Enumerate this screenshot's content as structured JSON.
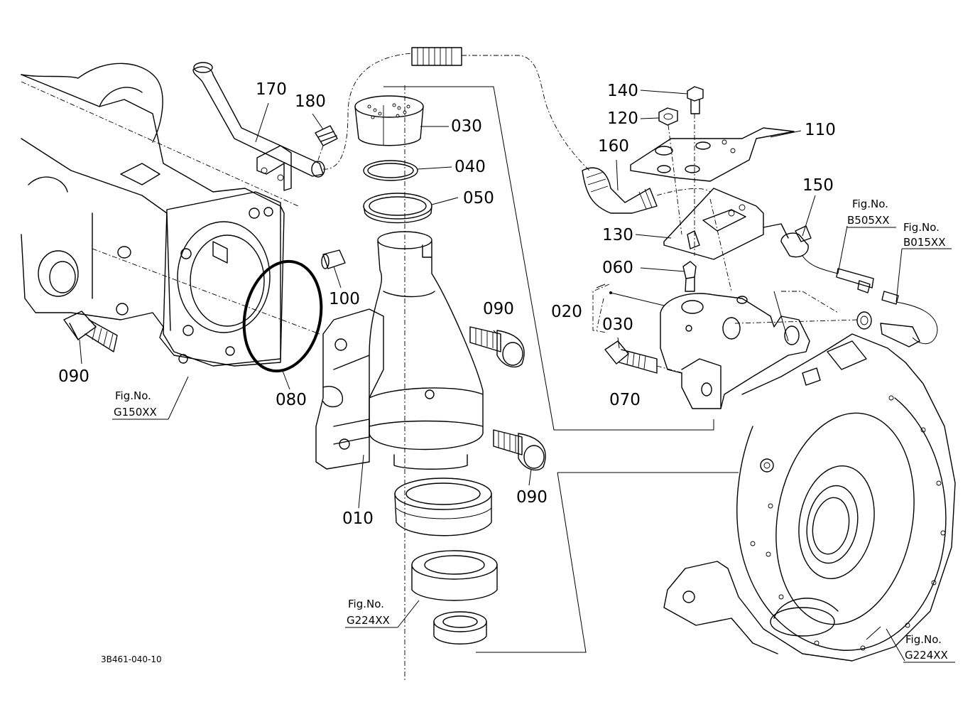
{
  "labels": {
    "p170": "170",
    "p180": "180",
    "p030a": "030",
    "p040": "040",
    "p050": "050",
    "p140": "140",
    "p120": "120",
    "p110": "110",
    "p160": "160",
    "p150": "150",
    "p130": "130",
    "p060": "060",
    "p020": "020",
    "p030b": "030",
    "p070": "070",
    "p100": "100",
    "p090a": "090",
    "p090b": "090",
    "p090c": "090",
    "p080": "080",
    "p010": "010"
  },
  "figrefs": {
    "fig_label": "Fig.No.",
    "g150": "G150XX",
    "b505": "B505XX",
    "b015": "B015XX",
    "g224a": "G224XX",
    "g224b": "G224XX"
  },
  "drawing_code": "3B461-040-10"
}
